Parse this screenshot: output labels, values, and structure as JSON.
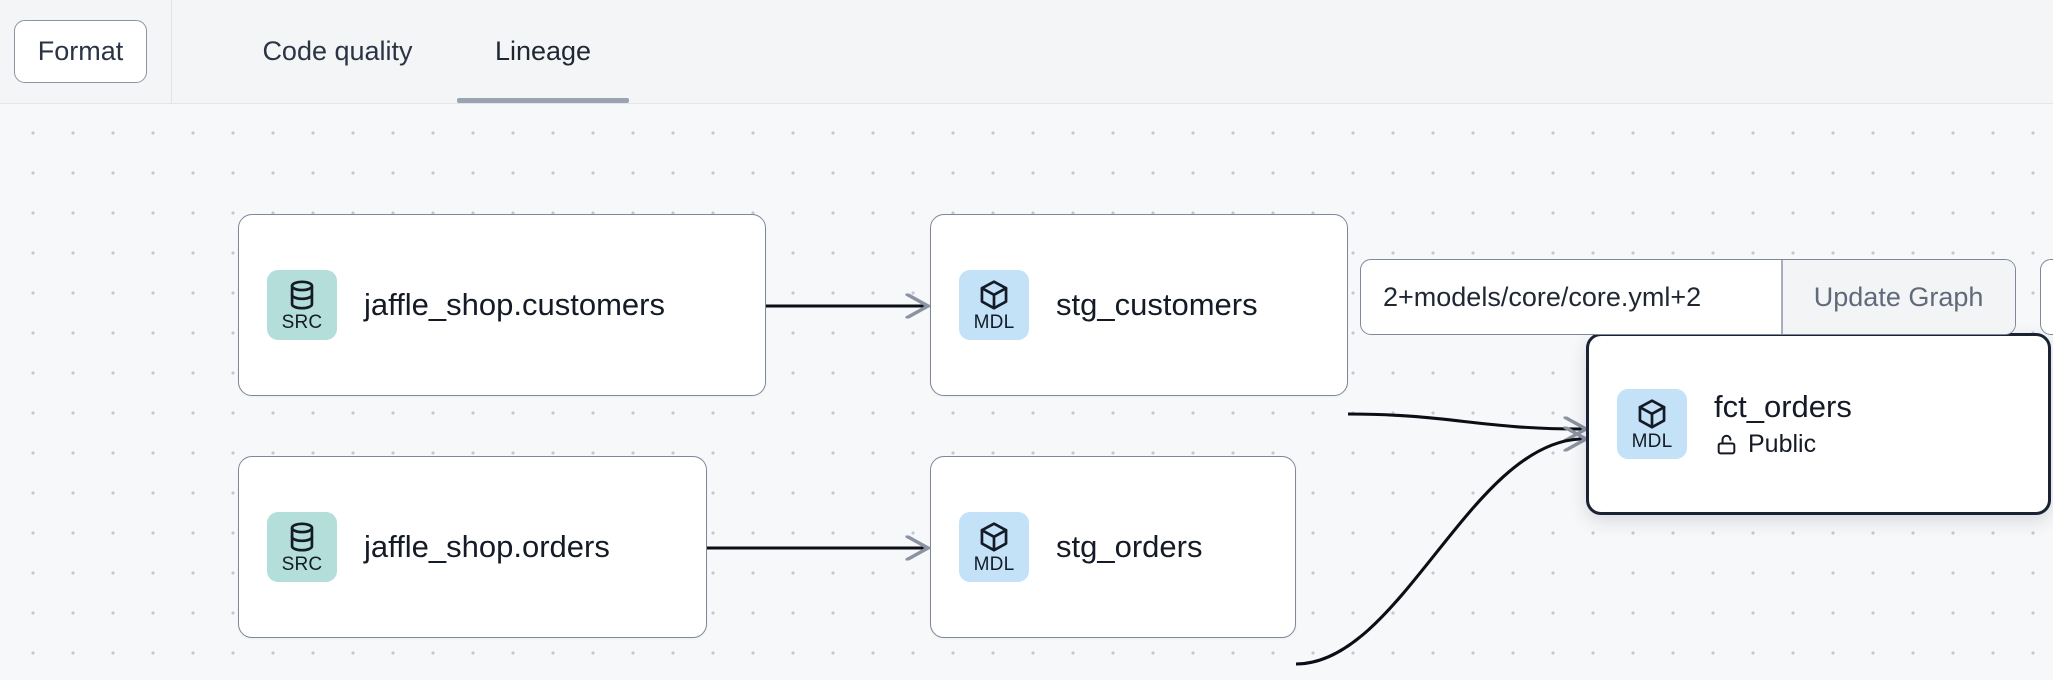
{
  "toolbar": {
    "format_label": "Format",
    "tabs": [
      {
        "label": "Code quality",
        "active": false
      },
      {
        "label": "Lineage",
        "active": true
      }
    ]
  },
  "graph_controls": {
    "selector_value": "2+models/core/core.yml+2",
    "selector_placeholder": "2+models/core/core.yml+2",
    "update_graph_label": "Update Graph"
  },
  "lineage": {
    "nodes": [
      {
        "id": "jaffle_shop_customers",
        "badge_type": "SRC",
        "badge_icon": "database-icon",
        "title": "jaffle_shop.customers",
        "subtitle": null,
        "subtitle_icon": null,
        "selected": false
      },
      {
        "id": "jaffle_shop_orders",
        "badge_type": "SRC",
        "badge_icon": "database-icon",
        "title": "jaffle_shop.orders",
        "subtitle": null,
        "subtitle_icon": null,
        "selected": false
      },
      {
        "id": "stg_customers",
        "badge_type": "MDL",
        "badge_icon": "cube-icon",
        "title": "stg_customers",
        "subtitle": null,
        "subtitle_icon": null,
        "selected": false
      },
      {
        "id": "stg_orders",
        "badge_type": "MDL",
        "badge_icon": "cube-icon",
        "title": "stg_orders",
        "subtitle": null,
        "subtitle_icon": null,
        "selected": false
      },
      {
        "id": "fct_orders",
        "badge_type": "MDL",
        "badge_icon": "cube-icon",
        "title": "fct_orders",
        "subtitle": "Public",
        "subtitle_icon": "unlock-icon",
        "selected": true
      }
    ],
    "edges": [
      {
        "from": "jaffle_shop_customers",
        "to": "stg_customers"
      },
      {
        "from": "jaffle_shop_orders",
        "to": "stg_orders"
      },
      {
        "from": "stg_customers",
        "to": "fct_orders"
      },
      {
        "from": "stg_orders",
        "to": "fct_orders"
      }
    ]
  },
  "colors": {
    "canvas_background": "#f7f8fa",
    "grid_dot": "#c3c7d1",
    "src_badge": "#b4ded9",
    "mdl_badge": "#c3e2f8",
    "node_border": "#7f8799",
    "selected_node_border": "#1b2233",
    "edge": "#0b0e14",
    "tab_active_underline": "#9aa3b2",
    "text_primary": "#141a26"
  }
}
